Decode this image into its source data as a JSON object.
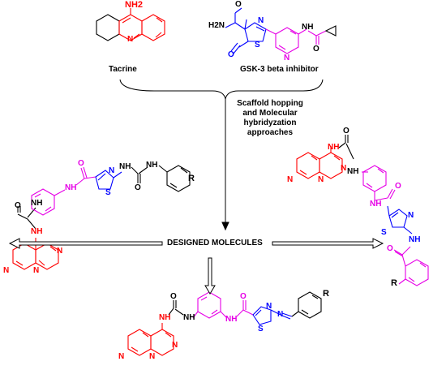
{
  "captions": {
    "tacrine": "Tacrine",
    "gsk3": "GSK-3 beta inhibitor",
    "approach": [
      "Scaffold hopping",
      "and Molecular",
      "hybridyzation",
      "approaches"
    ],
    "designed": "DESIGNED MOLECULES"
  },
  "atom_labels": {
    "nh2": "NH2",
    "h2n": "H2N",
    "n": "N",
    "s": "S",
    "nh": "NH",
    "o": "O",
    "r": "R",
    "methoxy_o": "O"
  },
  "colors": {
    "red": "#ff0000",
    "magenta": "#e600e6",
    "blue": "#0000ff",
    "black": "#000000"
  }
}
